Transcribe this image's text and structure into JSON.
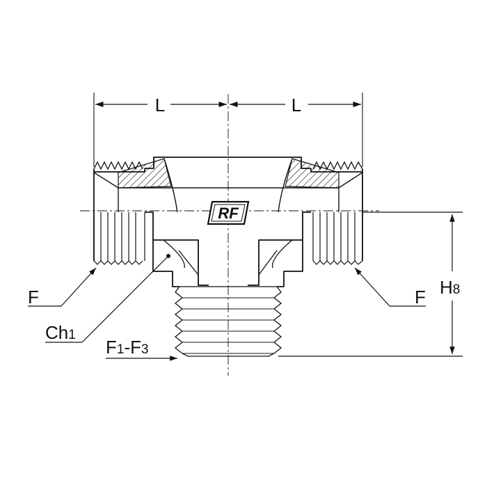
{
  "colors": {
    "line": "#111111",
    "background": "#ffffff"
  },
  "dimensions": {
    "length_left": "L",
    "length_right": "L",
    "height": {
      "main": "H",
      "index": "8"
    }
  },
  "labels": {
    "port_left": "F",
    "port_right": "F",
    "chamfer": {
      "main": "Ch",
      "index": "1"
    },
    "bottom_thread": {
      "p1": "F",
      "i1": "1",
      "dash": "-",
      "p2": "F",
      "i2": "3"
    }
  },
  "logo": {
    "text": "RF"
  }
}
